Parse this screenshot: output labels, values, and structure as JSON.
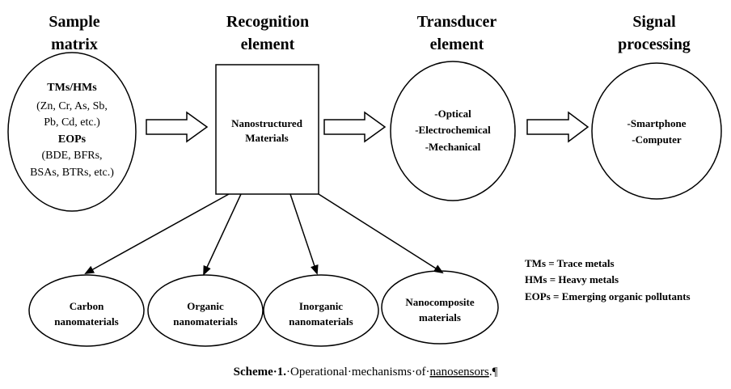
{
  "headers": {
    "sample": [
      "Sample",
      "matrix"
    ],
    "recognition": [
      "Recognition",
      "element"
    ],
    "transducer": [
      "Transducer",
      "element"
    ],
    "signal": [
      "Signal",
      "processing"
    ]
  },
  "sample_circle": {
    "line1": "TMs/HMs",
    "line2": "(Zn, Cr, As, Sb,",
    "line3": "Pb, Cd, etc.)",
    "line4": "EOPs",
    "line5": "(BDE, BFRs,",
    "line6": "BSAs, BTRs, etc.)"
  },
  "recognition_box": [
    "Nanostructured",
    "Materials"
  ],
  "transducer_circle": [
    "-Optical",
    "-Electrochemical",
    "-Mechanical"
  ],
  "signal_circle": [
    "-Smartphone",
    "-Computer"
  ],
  "materials": {
    "carbon": [
      "Carbon",
      "nanomaterials"
    ],
    "organic": [
      "Organic",
      "nanomaterials"
    ],
    "inorganic": [
      "Inorganic",
      "nanomaterials"
    ],
    "nanocomposite": [
      "Nanocomposite",
      "materials"
    ]
  },
  "legend": [
    "TMs = Trace metals",
    "HMs = Heavy metals",
    "EOPs = Emerging organic pollutants"
  ],
  "caption": {
    "label": "Scheme·1.",
    "text": "·Operational·mechanisms·of·",
    "word": "nanosensors",
    "end": ".¶"
  }
}
